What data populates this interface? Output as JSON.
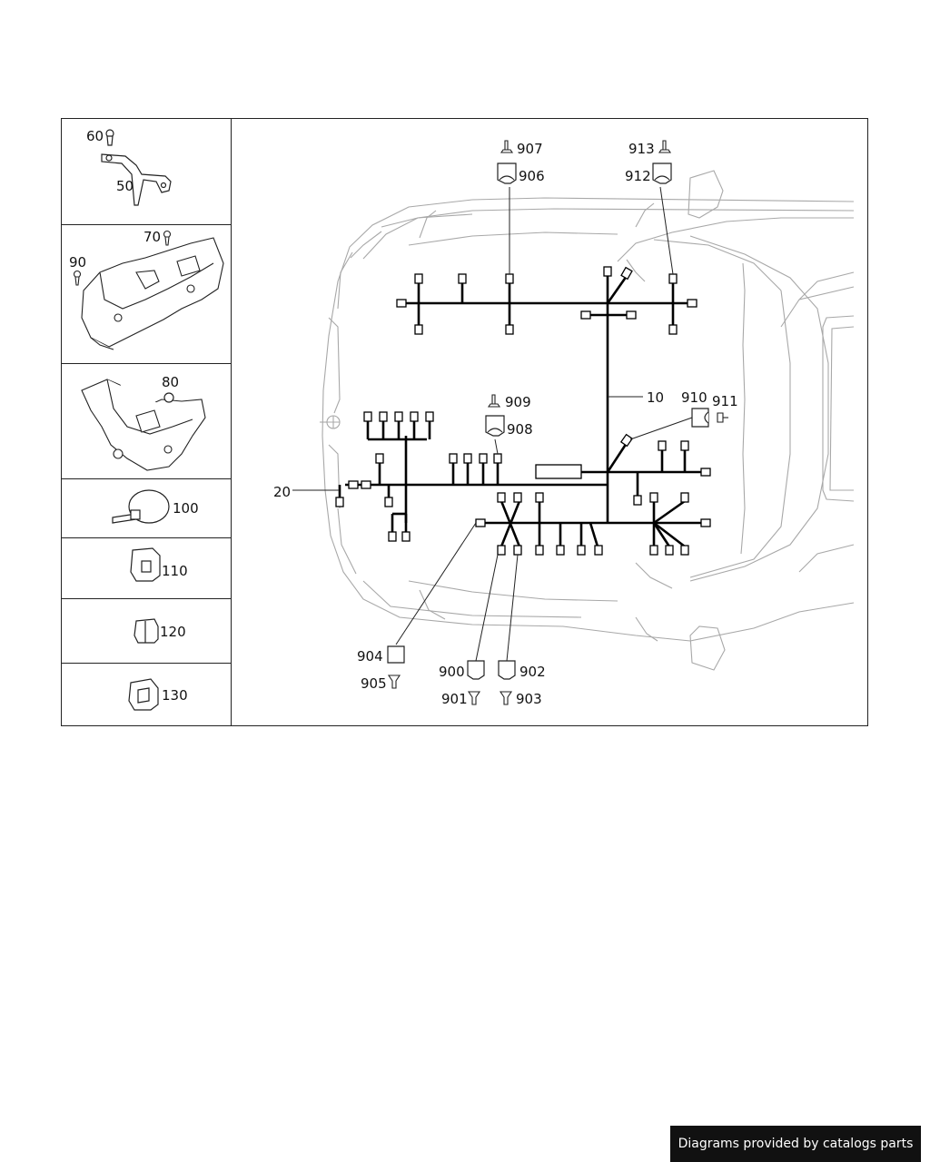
{
  "parts_column": {
    "cells": [
      {
        "labels": [
          "60",
          "50"
        ]
      },
      {
        "labels": [
          "70",
          "90"
        ]
      },
      {
        "labels": [
          "80"
        ]
      },
      {
        "labels": [
          "100"
        ]
      },
      {
        "labels": [
          "110"
        ]
      },
      {
        "labels": [
          "120"
        ]
      },
      {
        "labels": [
          "130"
        ]
      }
    ]
  },
  "callouts": {
    "harness_main": "10",
    "harness_front": "20",
    "c907": "907",
    "c906": "906",
    "c913": "913",
    "c912": "912",
    "c909": "909",
    "c908": "908",
    "c910": "910",
    "c911": "911",
    "c904": "904",
    "c905": "905",
    "c900": "900",
    "c901": "901",
    "c902": "902",
    "c903": "903"
  },
  "footer": {
    "text": "Diagrams provided by catalogs parts"
  }
}
